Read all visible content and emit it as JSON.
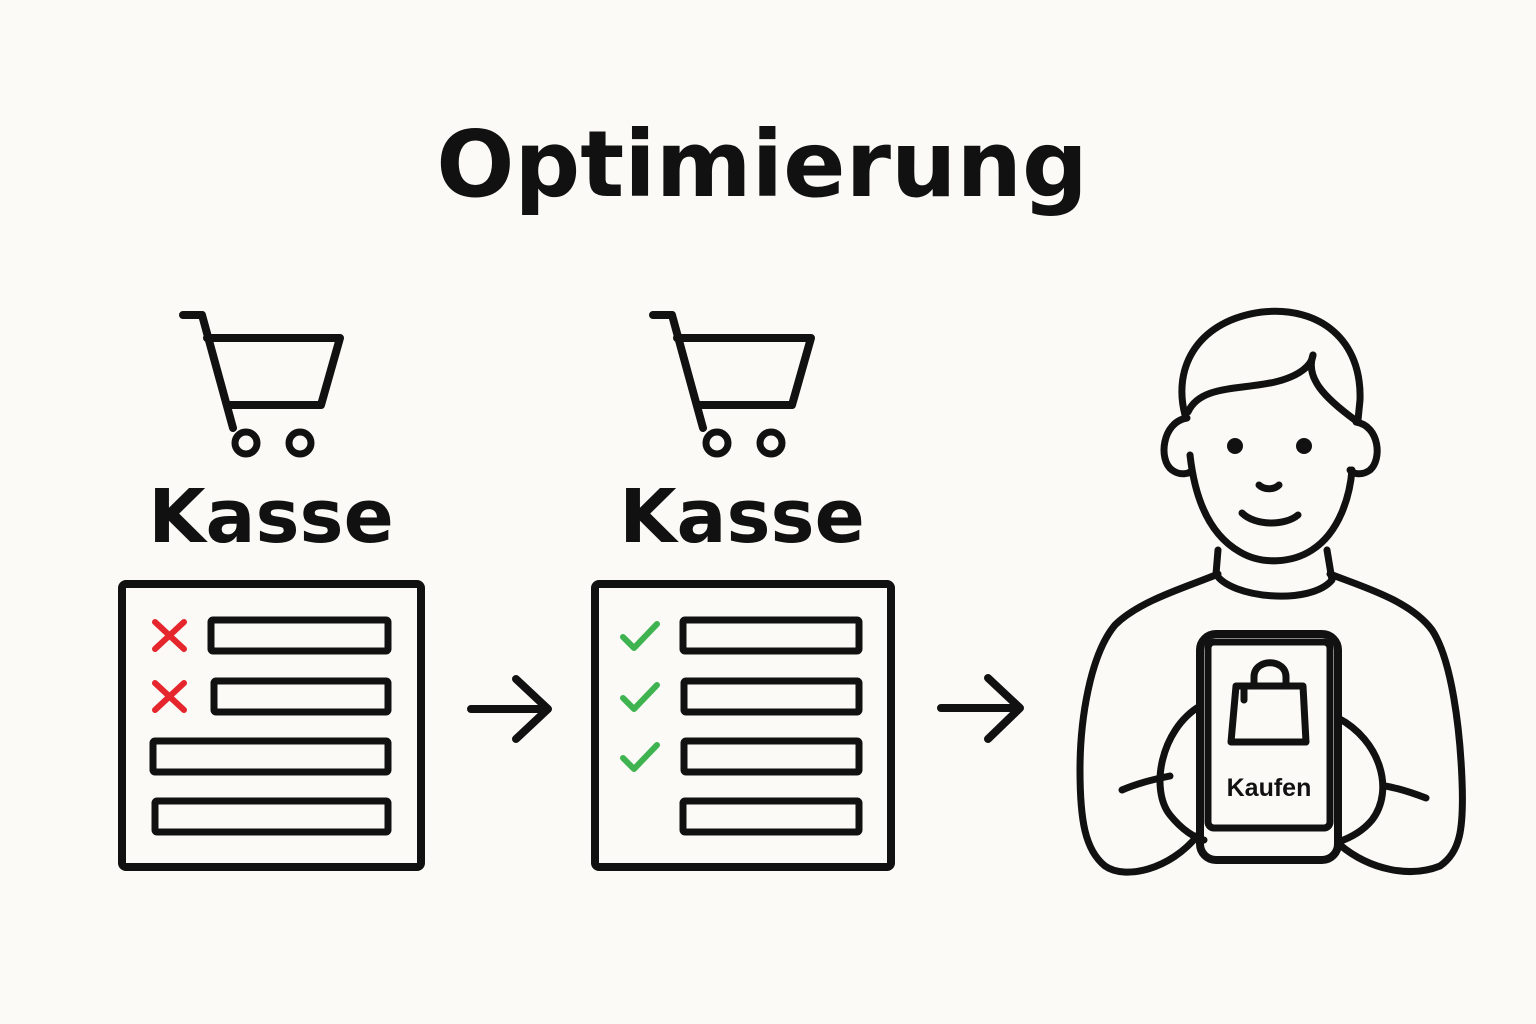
{
  "title": "Optimierung",
  "steps": [
    {
      "label": "Kasse",
      "state": "before",
      "fields": [
        {
          "status": "error"
        },
        {
          "status": "error"
        },
        {
          "status": "none"
        },
        {
          "status": "none"
        }
      ]
    },
    {
      "label": "Kasse",
      "state": "after",
      "fields": [
        {
          "status": "ok"
        },
        {
          "status": "ok"
        },
        {
          "status": "ok"
        },
        {
          "status": "none"
        }
      ]
    }
  ],
  "person": {
    "phone_button": "Kaufen"
  },
  "icons": [
    "shopping-cart-icon",
    "arrow-right-icon",
    "shopping-bag-icon",
    "cross-icon",
    "checkmark-icon"
  ],
  "colors": {
    "background": "#fbfaf7",
    "ink": "#111111",
    "error": "#e5262d",
    "success": "#3eb34f"
  }
}
